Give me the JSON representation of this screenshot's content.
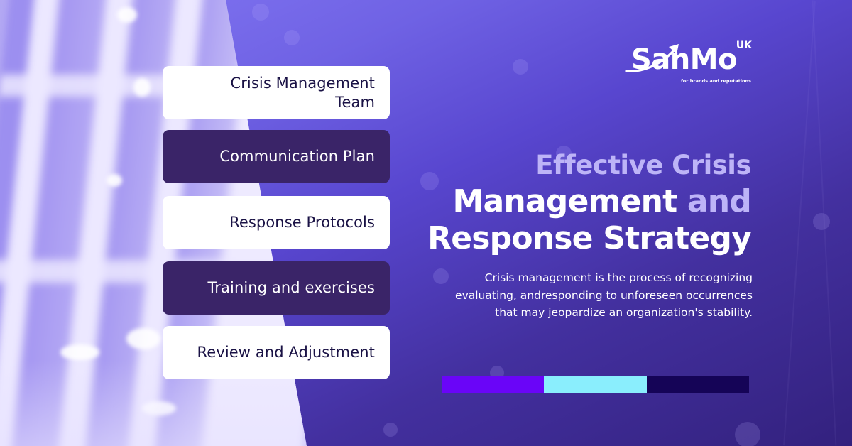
{
  "logo": {
    "wordmark": "SanMo",
    "superscript": "UK",
    "tagline": "for brands and reputations",
    "icon": "rising-arrow-swoosh-icon"
  },
  "heading": {
    "line1": "Effective Crisis",
    "line2_main": "Management",
    "line2_accent": "and",
    "line3": "Response Strategy"
  },
  "description": "Crisis management is the process of recognizing\nevaluating, andresponding to unforeseen occurrences\nthat may  jeopardize an organization's stability.",
  "cards": [
    {
      "label": "Crisis Management Team",
      "style": "light"
    },
    {
      "label": "Communication Plan",
      "style": "dark"
    },
    {
      "label": "Response Protocols",
      "style": "light"
    },
    {
      "label": "Training and exercises",
      "style": "dark"
    },
    {
      "label": "Review and Adjustment",
      "style": "light"
    }
  ],
  "colors": {
    "card_light_bg": "#ffffff",
    "card_light_text": "#1a1245",
    "card_dark_bg": "#3a2468",
    "card_dark_text": "#ffffff",
    "heading_accent": "#bdb4f7",
    "bg_top": "#8478f4",
    "bg_bottom": "#33217e"
  },
  "tribar": {
    "segments": [
      "#6a05f8",
      "#8aeefd",
      "#150457"
    ]
  }
}
